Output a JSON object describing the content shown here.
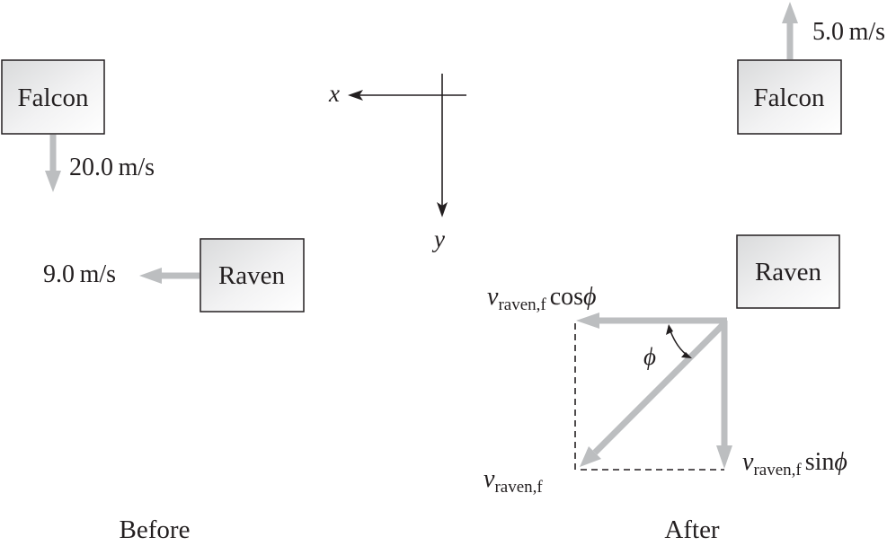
{
  "before": {
    "caption": "Before",
    "falcon_label": "Falcon",
    "raven_label": "Raven",
    "falcon_speed": "20.0 m/s",
    "raven_speed": "9.0 m/s"
  },
  "axes": {
    "x_label": "x",
    "y_label": "y"
  },
  "after": {
    "caption": "After",
    "falcon_label": "Falcon",
    "raven_label": "Raven",
    "falcon_speed": "5.0 m/s",
    "comp_x": {
      "v": "v",
      "sub": "raven,f",
      "fn": "cos",
      "angle": "ϕ"
    },
    "comp_y": {
      "v": "v",
      "sub": "raven,f",
      "fn": "sin",
      "angle": "ϕ"
    },
    "resultant": {
      "v": "v",
      "sub": "raven,f"
    },
    "angle_label": "ϕ"
  },
  "colors": {
    "box_fill": "#e6e7e8",
    "box_fill_light": "#f1f1f2",
    "box_stroke": "#231f20",
    "arrow_gray": "#bcbec0",
    "ink": "#231f20"
  }
}
